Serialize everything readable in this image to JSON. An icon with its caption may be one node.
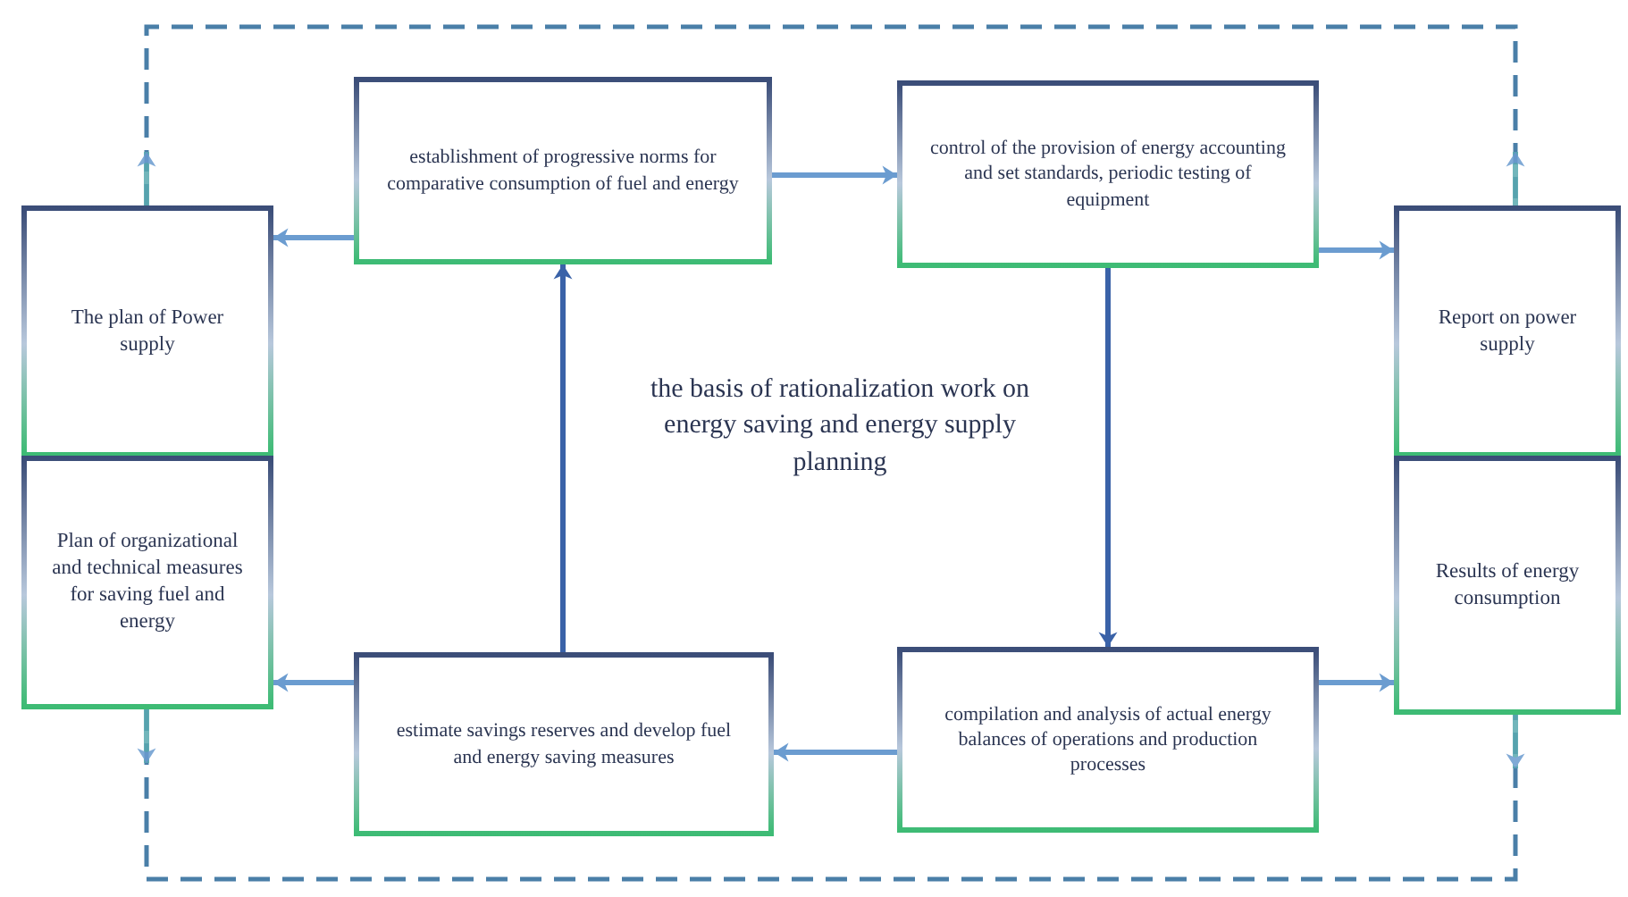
{
  "diagram": {
    "nodes": [
      {
        "text": [
          "The plan of Power supply"
        ]
      },
      {
        "text": [
          "Plan of organizational and technical measures for saving fuel and energy"
        ]
      },
      {
        "text": [
          "establishment of progressive norms for comparative consumption of fuel and energy"
        ]
      },
      {
        "text": [
          "control of the provision of energy accounting and set standards, periodic testing of equipment"
        ]
      },
      {
        "text": [
          "Report on power supply"
        ]
      },
      {
        "text": [
          "Results of energy consumption"
        ]
      },
      {
        "text": [
          "estimate savings reserves and develop fuel and energy saving measures"
        ]
      },
      {
        "text": [
          "compilation and analysis of actual energy balances of operations and production processes"
        ]
      }
    ],
    "edges": [
      {
        "from": 2,
        "to": 0,
        "arrow": "to"
      },
      {
        "from": 2,
        "to": 3,
        "arrow": "to"
      },
      {
        "from": 3,
        "to": 4,
        "arrow": "to"
      },
      {
        "from": 3,
        "to": 7,
        "arrow": "to",
        "color": "#3a62a8"
      },
      {
        "from": 6,
        "to": 2,
        "arrow": "to",
        "color": "#3a62a8"
      },
      {
        "from": 7,
        "to": 6,
        "arrow": "to"
      },
      {
        "from": 6,
        "to": 1,
        "arrow": "to"
      },
      {
        "from": 7,
        "to": 5,
        "arrow": "to"
      },
      {
        "from": 0,
        "to": 4,
        "arrow": "none",
        "style": "dashed"
      },
      {
        "from": 1,
        "to": 5,
        "arrow": "none",
        "style": "dashed"
      },
      {
        "from": 0,
        "to": null,
        "arrow": "to"
      },
      {
        "from": 4,
        "to": null,
        "arrow": "to"
      },
      {
        "from": 1,
        "to": null,
        "arrow": "to"
      },
      {
        "from": 5,
        "to": null,
        "arrow": "to"
      }
    ],
    "labels": [
      "the basis of rationalization work on energy saving and energy supply planning"
    ]
  }
}
